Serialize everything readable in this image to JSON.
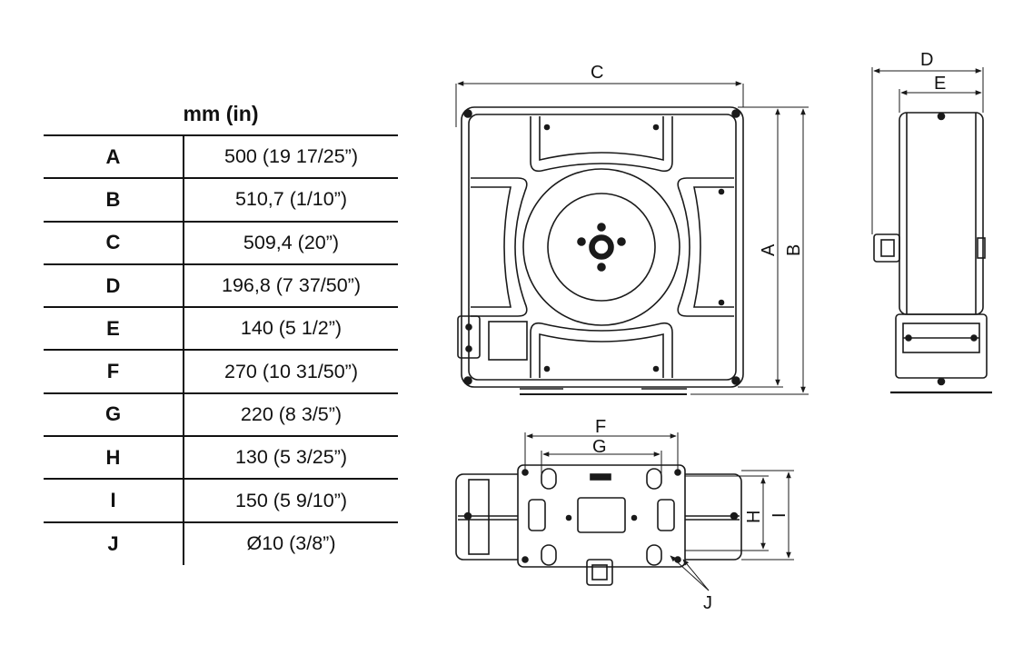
{
  "table": {
    "header": "mm (in)",
    "rows": [
      {
        "key": "A",
        "value": "500 (19 17/25”)"
      },
      {
        "key": "B",
        "value": "510,7 (1/10”)"
      },
      {
        "key": "C",
        "value": "509,4 (20”)"
      },
      {
        "key": "D",
        "value": "196,8 (7 37/50”)"
      },
      {
        "key": "E",
        "value": "140 (5 1/2”)"
      },
      {
        "key": "F",
        "value": "270 (10 31/50”)"
      },
      {
        "key": "G",
        "value": "220 (8 3/5”)"
      },
      {
        "key": "H",
        "value": "130 (5 3/25”)"
      },
      {
        "key": "I",
        "value": "150 (5 9/10”)"
      },
      {
        "key": "J",
        "value": "Ø10 (3/8”)"
      }
    ]
  },
  "drawing_labels": {
    "c": "C",
    "a": "A",
    "b": "B",
    "d": "D",
    "e": "E",
    "f": "F",
    "g": "G",
    "h": "H",
    "i": "I",
    "j": "J"
  },
  "colors": {
    "line": "#1a1a1a",
    "background": "#ffffff"
  }
}
